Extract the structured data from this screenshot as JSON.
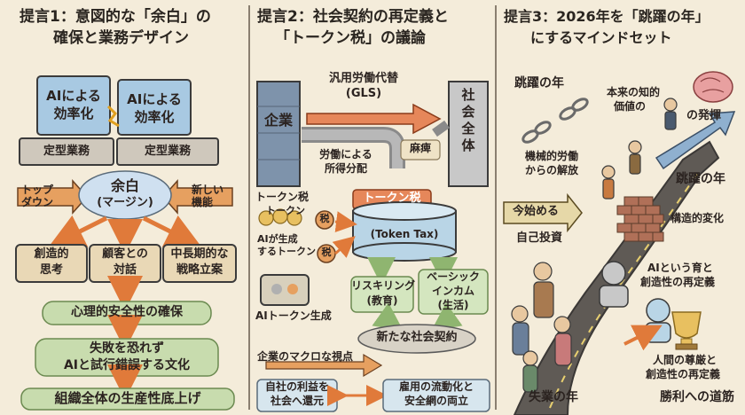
{
  "colors": {
    "paper": "#f4ecda",
    "blue": "#a8c9e2",
    "green": "#c8dcae",
    "orange": "#e6a060",
    "tan": "#e8d6b4",
    "teal": "#bfe0dc",
    "arrow": "#e07a3a"
  },
  "panel1": {
    "title_line1": "提言1：意図的な「余白」の",
    "title_line2": "確保と業務デザイン",
    "block1_line1": "AIによる",
    "block1_line2": "効率化",
    "block2_line1": "AIによる",
    "block2_line2": "効率化",
    "base1": "定型業務",
    "base2": "定型業務",
    "left_arrow_line1": "トップ",
    "left_arrow_line2": "ダウン",
    "right_arrow_line1": "新しい",
    "right_arrow_line2": "機能",
    "center_line1": "余白",
    "center_line2": "(マージン)",
    "box1_line1": "創造的",
    "box1_line2": "思考",
    "box2_line1": "顧客との",
    "box2_line2": "対話",
    "box3_line1": "中長期的な",
    "box3_line2": "戦略立案",
    "step1": "心理的安全性の確保",
    "step2_line1": "失敗を恐れず",
    "step2_line2": "AIと試行錯誤する文化",
    "step3": "組織全体の生産性底上げ"
  },
  "panel2": {
    "title_line1": "提言2：社会契約の再定義と",
    "title_line2": "「トークン税」の議論",
    "company": "企業",
    "society": "社会全体",
    "gls_line1": "汎用労働代替",
    "gls_line2": "(GLS)",
    "dist_line1": "労働による",
    "dist_line2": "所得分配",
    "paralysis": "麻痺",
    "token_tax_label": "トークン税",
    "token_line1": "トークン",
    "tax_badge": "税",
    "ai_token_line1": "AIが生成",
    "ai_token_line2": "するトークン",
    "ai_gen": "AIトークン生成",
    "tank_title": "トークン税",
    "tank_sub": "(Token Tax)",
    "reskill_line1": "リスキリング",
    "reskill_line2": "(教育)",
    "basic_line1": "ベーシック",
    "basic_line2": "インカム",
    "basic_line3": "(生活)",
    "new_contract": "新たな社会契約",
    "macro": "企業のマクロな視点",
    "return_line1": "自社の利益を",
    "return_line2": "社会へ還元",
    "fluid_line1": "雇用の流動化と",
    "fluid_line2": "安全網の両立"
  },
  "panel3": {
    "title_line1": "提言3：2026年を「跳躍の年」",
    "title_line2": "にするマインドセット",
    "leap_top": "跳躍の年",
    "intellect_line1": "本来の知的",
    "intellect_line2": "価値の",
    "display": "の発揮",
    "liberation_line1": "機械的労働",
    "liberation_line2": "からの解放",
    "leap_right": "跳躍の年",
    "start_now": "今始める",
    "self_invest": "自己投資",
    "structural": "構造的変化",
    "redefine_line1": "AIという育と",
    "redefine_line2": "創造性の再定義",
    "dignity_line1": "人間の尊厳と",
    "dignity_line2": "創造性の再定義",
    "unemployment": "失業の年",
    "victory": "勝利への道筋"
  }
}
